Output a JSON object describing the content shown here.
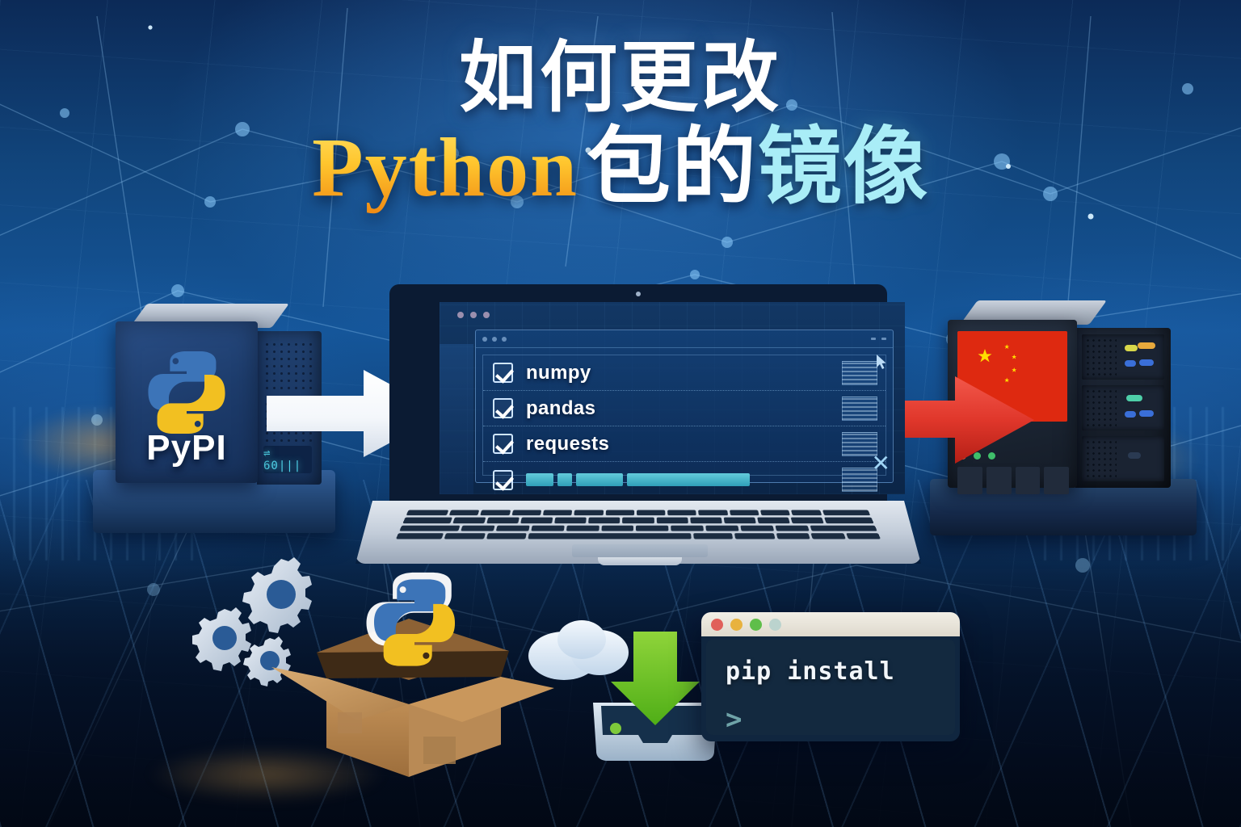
{
  "poster": {
    "title_line1": "如何更改",
    "title_line2_python": "Python",
    "title_line2_mid": "包的",
    "title_line2_cyan": "镜像",
    "accent_gold": "#FFC62E",
    "accent_cyan": "#A9EDF7",
    "accent_white": "#FFFFFF",
    "background_blue": "#11457C"
  },
  "source_server": {
    "label": "PyPI",
    "logo": "python-logo-icon",
    "led_text": "⇌ 60|||",
    "body_color": "#1D3C6C"
  },
  "mirror_server": {
    "flag": "china-flag-icon",
    "flag_color": "#DE2910",
    "star_color": "#FFDE00",
    "body_color": "#1B2533",
    "status_leds": [
      "#e06040",
      "#d8a13a",
      "#3fbf6a",
      "#e06040",
      "#3fbf6a",
      "#3fbf6a"
    ],
    "rack_pills": [
      "#d8d74a",
      "#e8a93c",
      "#3a6fd8",
      "#3a6fd8",
      "#4ecfa8",
      "#3a6fd8",
      "#3a6fd8"
    ]
  },
  "arrows": {
    "source_to_laptop": {
      "name": "white-arrow",
      "color": "#FFFFFF",
      "direction": "right"
    },
    "laptop_to_mirror": {
      "name": "red-arrow",
      "color": "#E23A2E",
      "direction": "right"
    }
  },
  "laptop": {
    "window": {
      "traffic_dots": 3,
      "packages": [
        {
          "checked": true,
          "name": "numpy"
        },
        {
          "checked": true,
          "name": "pandas"
        },
        {
          "checked": true,
          "name": "requests"
        },
        {
          "checked": true,
          "name": "",
          "progress_bar": true
        }
      ]
    },
    "cursor_icon": "mouse-pointer-icon",
    "close_icon": "✕"
  },
  "package_box": {
    "logo": "python-logo-icon",
    "box_color": "#C08A50",
    "gears_icon": "gears-icon",
    "cloud_icon": "cloud-icon"
  },
  "download": {
    "arrow_icon": "download-arrow-icon",
    "arrow_color": "#6BC427",
    "tray_icon": "inbox-tray-icon"
  },
  "terminal": {
    "traffic_lights": [
      "#E0605A",
      "#E8B23F",
      "#5FBE4A",
      "#BBD3CE"
    ],
    "command": "pip install",
    "prompt": ">",
    "bg_color": "#13293F"
  }
}
